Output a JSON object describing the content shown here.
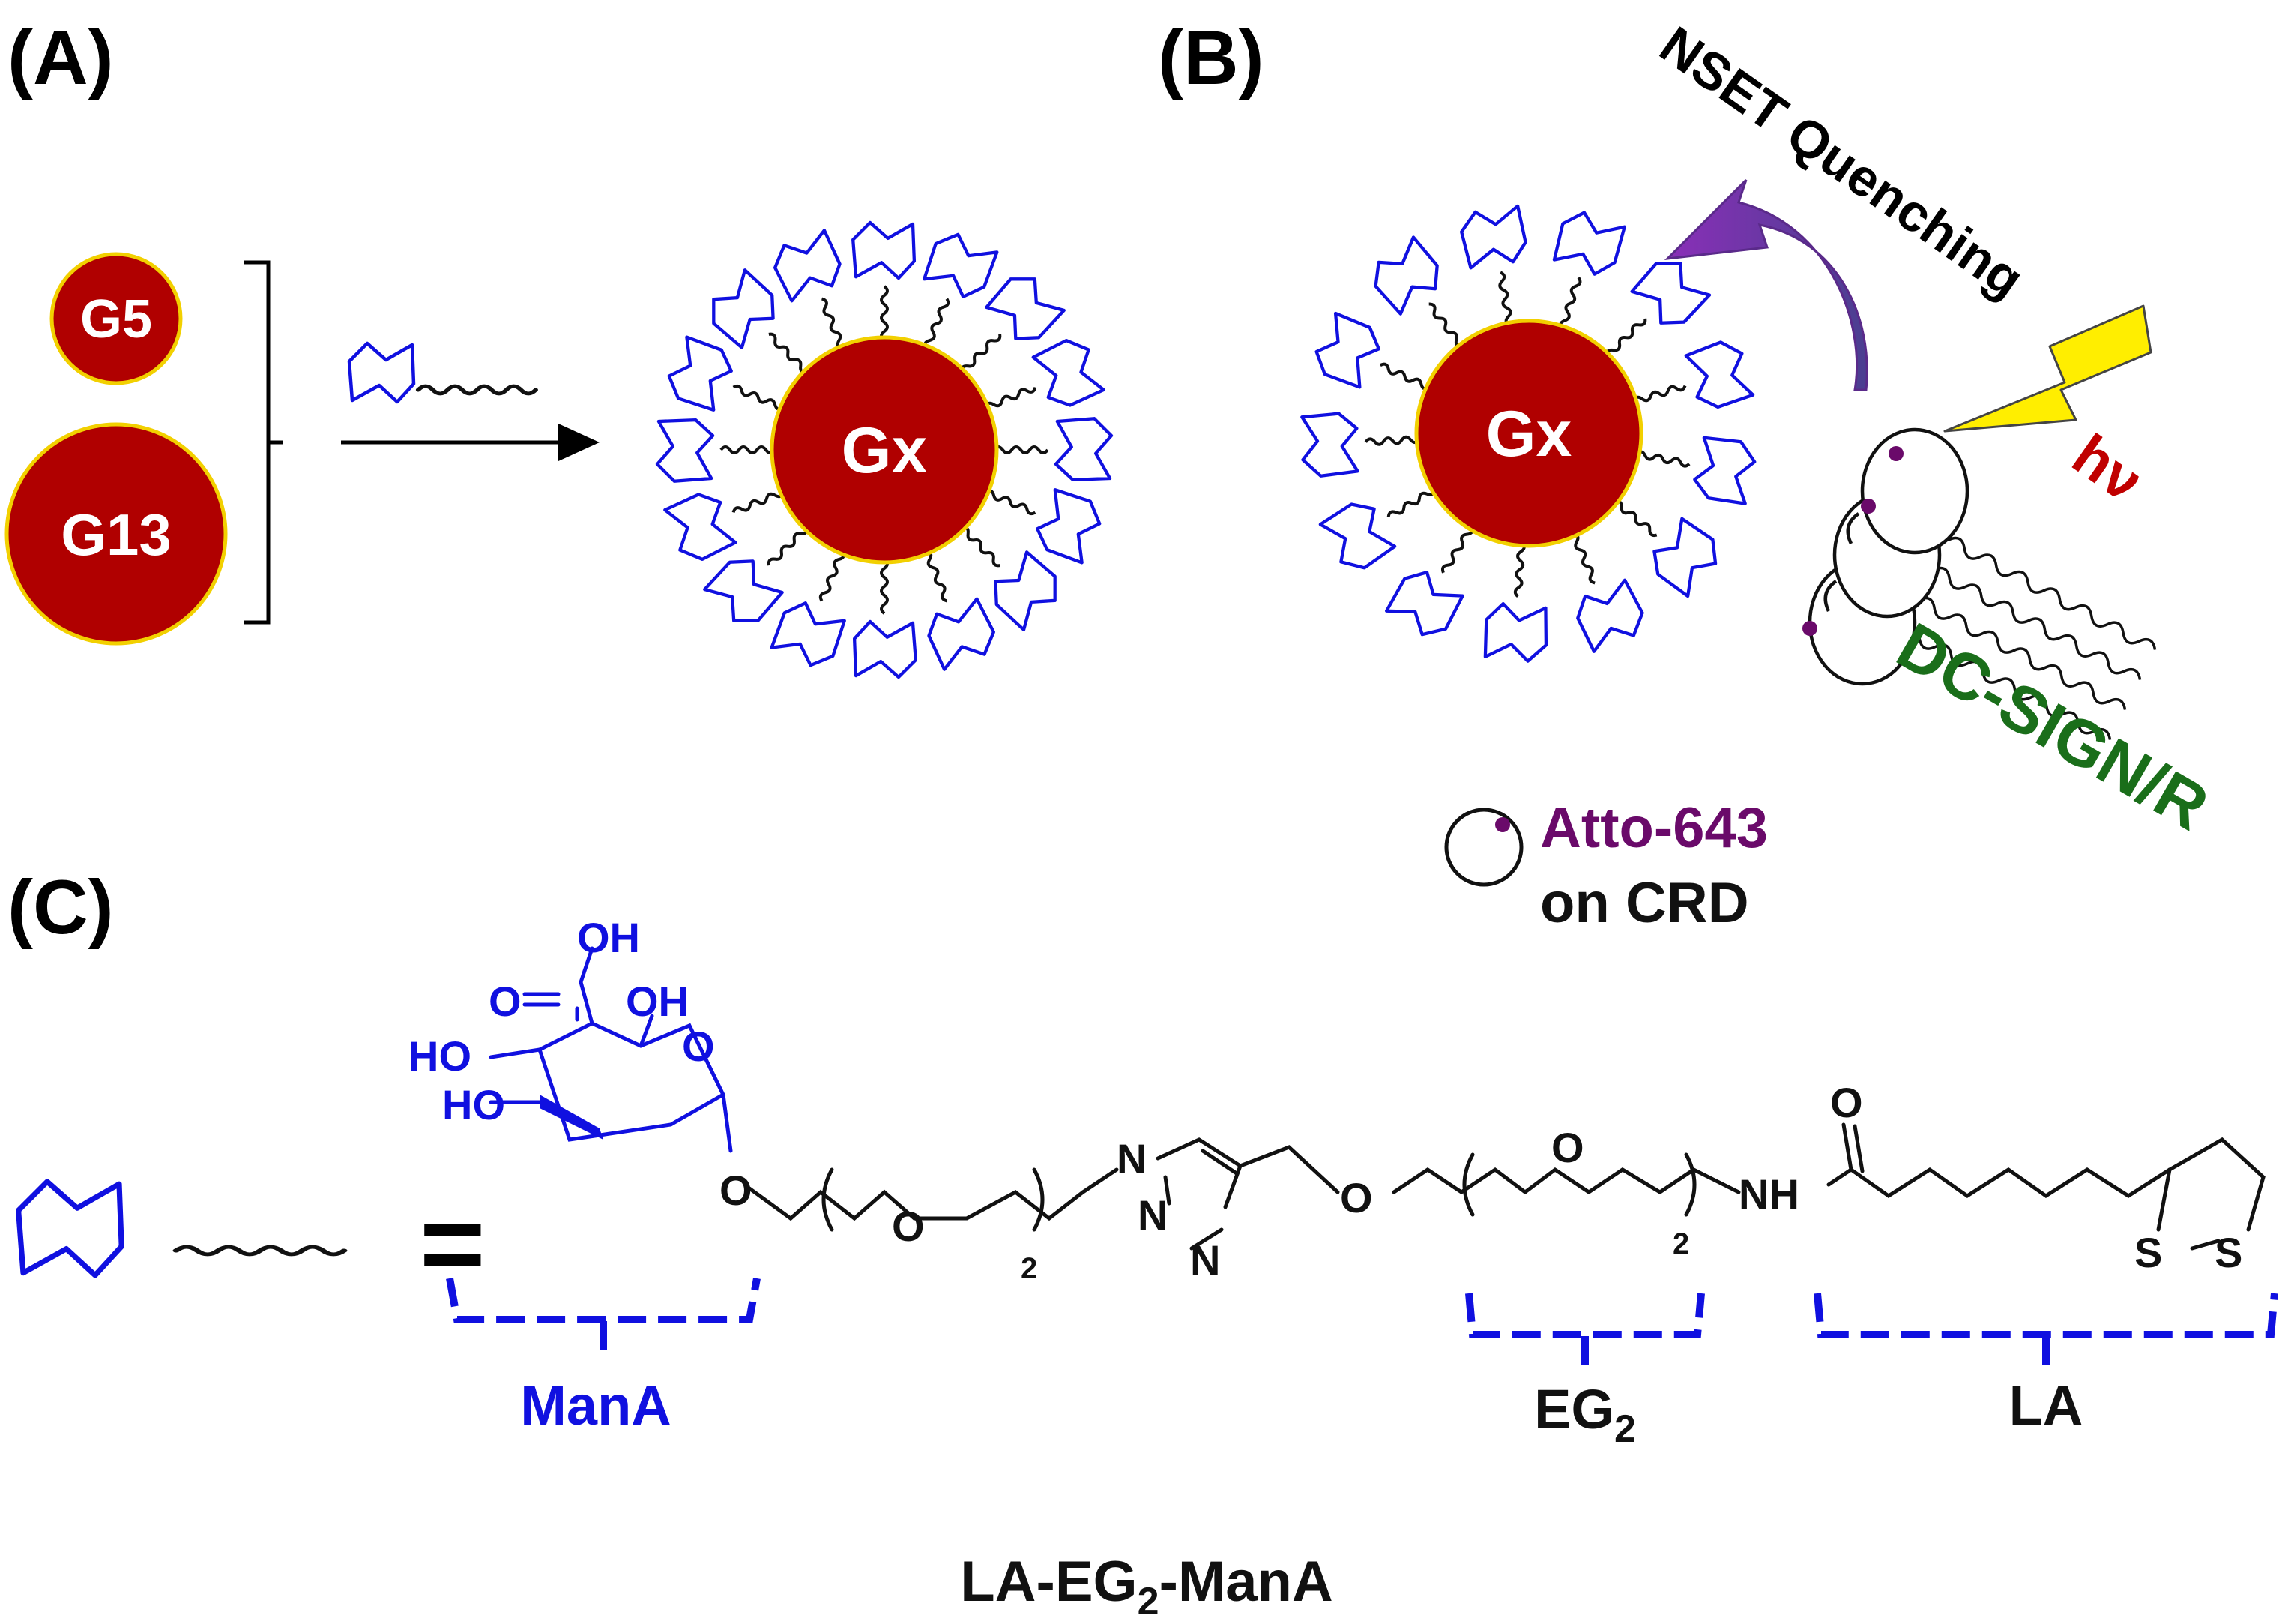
{
  "panels": {
    "a": "(A)",
    "b": "(B)",
    "c": "(C)"
  },
  "particles": {
    "g5": "G5",
    "g13": "G13",
    "gx_a": "Gx",
    "gx_b": "Gx"
  },
  "panel_b": {
    "quench_label": "NSET Quenching",
    "hv": "hν",
    "receptor": "DC-SIGN/R",
    "legend_dye": "Atto-643",
    "legend_on": "on CRD"
  },
  "structure": {
    "equals": "=",
    "atoms": {
      "oh_acid": "OH",
      "o_acid": "O",
      "oh_c2": "OH",
      "o_ring": "O",
      "ho_1": "HO",
      "ho_2": "HO",
      "o_gly": "O",
      "o_eg1": "O",
      "sub_2a": "2",
      "n1": "N",
      "n2": "N",
      "n3": "N",
      "o_link": "O",
      "o_eg2": "O",
      "sub_2b": "2",
      "nh": "NH",
      "o_amide": "O",
      "s1": "S",
      "s2": "S"
    },
    "labels": {
      "mana": "ManA",
      "eg2_main": "EG",
      "eg2_sub": "2",
      "la": "LA"
    },
    "name_part1": "LA-EG",
    "name_sub": "2",
    "name_part2": "-ManA"
  },
  "colors": {
    "gold_red": "#b00000",
    "gold_border": "#f2d000",
    "sugar_blue": "#1010e0",
    "atto_purple": "#6a0a6a",
    "receptor_green": "#1a6e1a",
    "hv_red": "#c00000",
    "bolt_yellow": "#ffee00",
    "arrow_purple": "#6a3fb0"
  }
}
